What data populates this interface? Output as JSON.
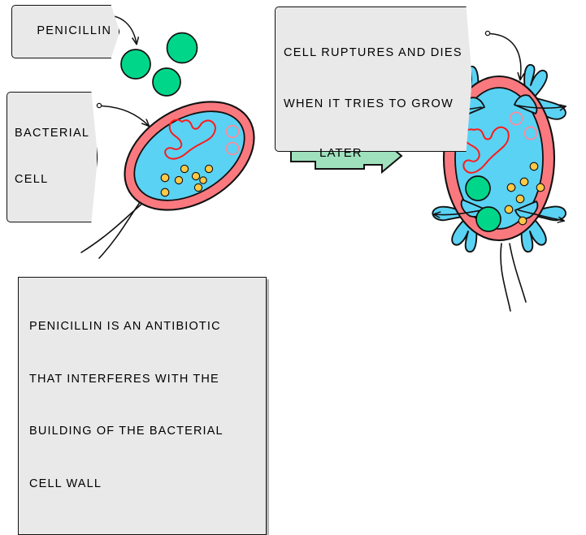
{
  "diagram": {
    "title": "Penicillin action on a bacterial cell",
    "type": "biology-process-diagram"
  },
  "labels": {
    "penicillin": "PENICILLIN",
    "bacterial_cell_line1": "BACTERIAL",
    "bacterial_cell_line2": "CELL",
    "rupture_line1": "CELL RUPTURES AND DIES",
    "rupture_line2": "WHEN IT TRIES TO GROW",
    "later": "LATER"
  },
  "caption": {
    "line1": "PENICILLIN IS AN ANTIBIOTIC",
    "line2": "THAT INTERFERES WITH THE",
    "line3": "BUILDING OF THE BACTERIAL",
    "line4": "CELL WALL"
  },
  "colors": {
    "penicillin_green": "#00d68a",
    "cell_wall_pink": "#f9797f",
    "cytoplasm_cyan": "#5ad2f4",
    "dna_red": "#ff1a1a",
    "plasmid_pink": "#ff8a9a",
    "ribosome_yellow": "#ffc845",
    "later_arrow_green": "#9fe0bd",
    "label_gray": "#e9e9e9",
    "outline_black": "#111111"
  },
  "cell_left": {
    "name": "intact bacterial cell",
    "penicillin_molecules": 3,
    "ribosomes": 8,
    "plasmids": 2,
    "nucleoid": 1,
    "flagella": 2
  },
  "cell_right": {
    "name": "ruptured bacterial cell",
    "bulges": 4,
    "burst_arrows": 4,
    "ribosomes": 7,
    "plasmids": 2,
    "green_granules": 2,
    "nucleoid": 1,
    "flagella": 2
  }
}
